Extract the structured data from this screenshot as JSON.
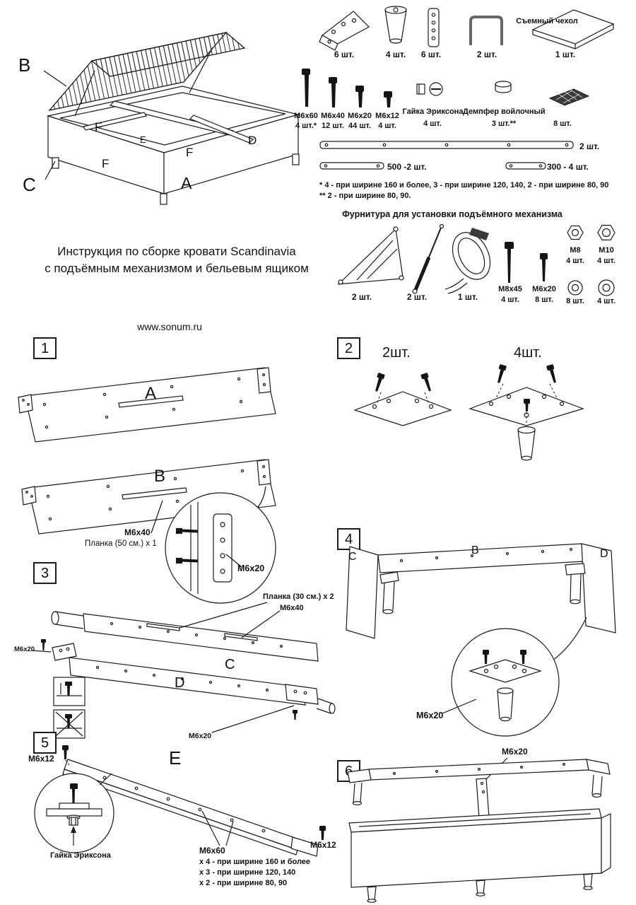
{
  "page": {
    "title_line1": "Инструкция по сборке кровати Scandinavia",
    "title_line2": "с подъёмным механизмом и бельевым ящиком",
    "website": "www.sonum.ru"
  },
  "overview": {
    "labels": {
      "a": "A",
      "b": "B",
      "c": "C",
      "d": "D",
      "e": "E",
      "f": "F"
    }
  },
  "hardware": {
    "row1": {
      "bracket_qty": "6 шт.",
      "leg_qty": "4 шт.",
      "plate_qty": "6 шт.",
      "handle_qty": "2 шт.",
      "cover_label": "Съемный чехол",
      "cover_qty": "1 шт."
    },
    "bolts": [
      {
        "label": "М6х60",
        "qty": "4 шт.*"
      },
      {
        "label": "М6х40",
        "qty": "12 шт."
      },
      {
        "label": "М6х20",
        "qty": "44 шт."
      },
      {
        "label": "М6х12",
        "qty": "4 шт."
      }
    ],
    "erikson_nut": {
      "label": "Гайка Эриксона",
      "qty": "4 шт."
    },
    "damper": {
      "label": "Демпфер войлочный",
      "qty": "3 шт.**"
    },
    "mesh_qty": "8 шт.",
    "bar_long_qty": "2 шт.",
    "bar_500": "500 -2 шт.",
    "bar_300": "300 - 4 шт.",
    "note1": "*  4 - при ширине 160 и более, 3 - при ширине 120, 140, 2 - при ширине 80, 90",
    "note2": "** 2 - при ширине 80, 90.",
    "lift": {
      "title": "Фурнитура для установки подъёмного механизма",
      "mechanism_qty": "2 шт.",
      "strut_qty": "2 шт.",
      "strap_qty": "1 шт.",
      "bolt_m8x45": {
        "label": "М8х45",
        "qty": "4 шт."
      },
      "bolt_m6x20": {
        "label": "М6х20",
        "qty": "8 шт."
      },
      "nut_m8": {
        "label": "М8",
        "qty": "4 шт."
      },
      "nut_m10": {
        "label": "М10",
        "qty": "4 шт."
      },
      "washer_m8_qty": "8 шт.",
      "washer_m10_qty": "4 шт."
    }
  },
  "steps": {
    "s1": {
      "num": "1",
      "panel_a": "A",
      "panel_b": "B",
      "bolt": "М6х40",
      "plank": "Планка (50 см.) х 1",
      "zoom_bolt": "М6х20"
    },
    "s2": {
      "num": "2",
      "qty_left": "2шт.",
      "qty_right": "4шт."
    },
    "s3": {
      "num": "3",
      "panel_c": "C",
      "panel_d": "D",
      "plank": "Планка (30 см.)  х 2",
      "bolt": "М6х40",
      "bolt_left": "М6х20",
      "bolt_bottom": "М6х20"
    },
    "s4": {
      "num": "4",
      "panel_b": "B",
      "panel_c": "C",
      "panel_d": "D",
      "zoom_bolt": "М6х20"
    },
    "s5": {
      "num": "5",
      "bolt_left": "М6х12",
      "panel_e": "E",
      "nut": "Гайка Эриксона",
      "bolt_center": "М6х60",
      "note1": "х 4 - при ширине 160 и более",
      "note2": "х 3 - при ширине 120, 140",
      "note3": "х 2 - при ширине 80, 90",
      "bolt_right": "М6х12"
    },
    "s6": {
      "num": "6",
      "bolt": "М6х20"
    }
  }
}
